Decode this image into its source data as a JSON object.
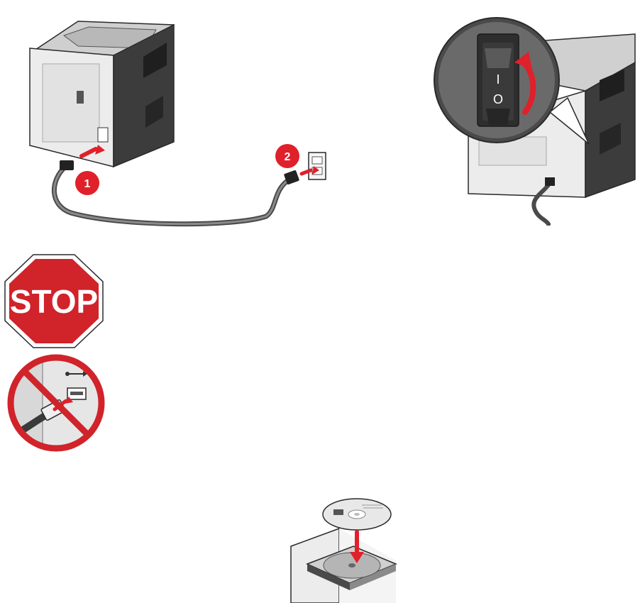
{
  "steps": {
    "power_cable": {
      "callouts": [
        "1",
        "2"
      ]
    },
    "power_switch": {
      "switch_marks": [
        "I",
        "O"
      ]
    },
    "warning": {
      "stop_sign_text": "STOP"
    },
    "no_usb": {
      "symbol": "usb-icon"
    },
    "software_cd": {
      "symbol": "cd-disc-icon"
    }
  },
  "colors": {
    "accent_red": "#e0202a",
    "stop_red": "#d1232a",
    "printer_gray": "#e8e8e8",
    "printer_dark": "#3a3a3a",
    "outline": "#2a2a2a"
  }
}
